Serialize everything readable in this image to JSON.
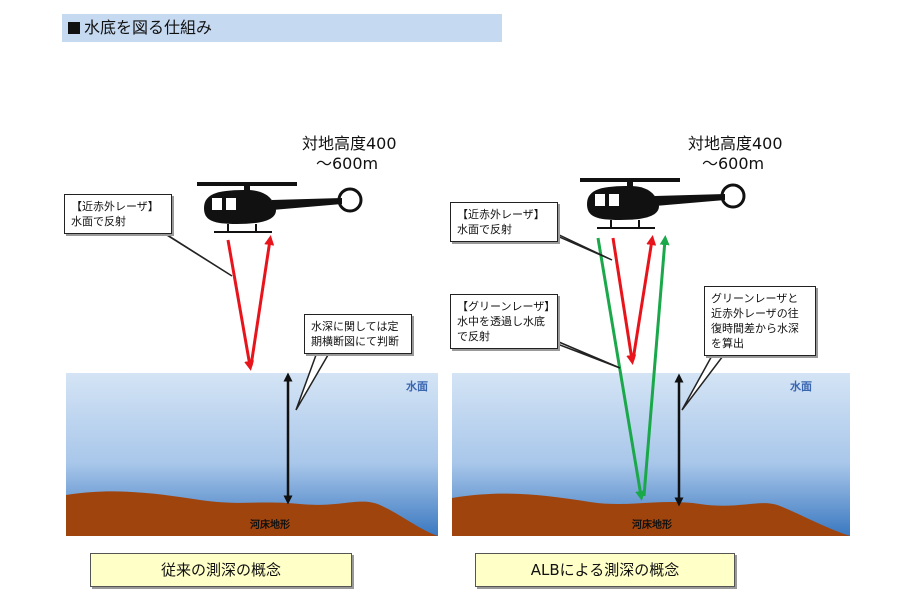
{
  "title": "水底を図る仕組み",
  "left": {
    "altitude": [
      "対地高度400",
      "～600m"
    ],
    "nir_callout": [
      "【近赤外レーザ】",
      "水面で反射"
    ],
    "depth_callout": [
      "水深に関しては定",
      "期横断図にて判断"
    ],
    "water_label": "水面",
    "ground_label": "河床地形",
    "caption": "従来の測深の概念"
  },
  "right": {
    "altitude": [
      "対地高度400",
      "～600m"
    ],
    "nir_callout": [
      "【近赤外レーザ】",
      "水面で反射"
    ],
    "green_callout": [
      "【グリーンレーザ】",
      "水中を透過し水底",
      "で反射"
    ],
    "depth_callout": [
      "グリーンレーザと",
      "近赤外レーザの往",
      "復時間差から水深",
      "を算出"
    ],
    "water_label": "水面",
    "ground_label": "河床地形",
    "caption": "ALBによる測深の概念"
  },
  "colors": {
    "red_laser": "#e8141b",
    "green_laser": "#1aa84a",
    "water_top": "#cfe0f3",
    "water_bottom": "#3f7fc4",
    "ground": "#a0440e"
  }
}
